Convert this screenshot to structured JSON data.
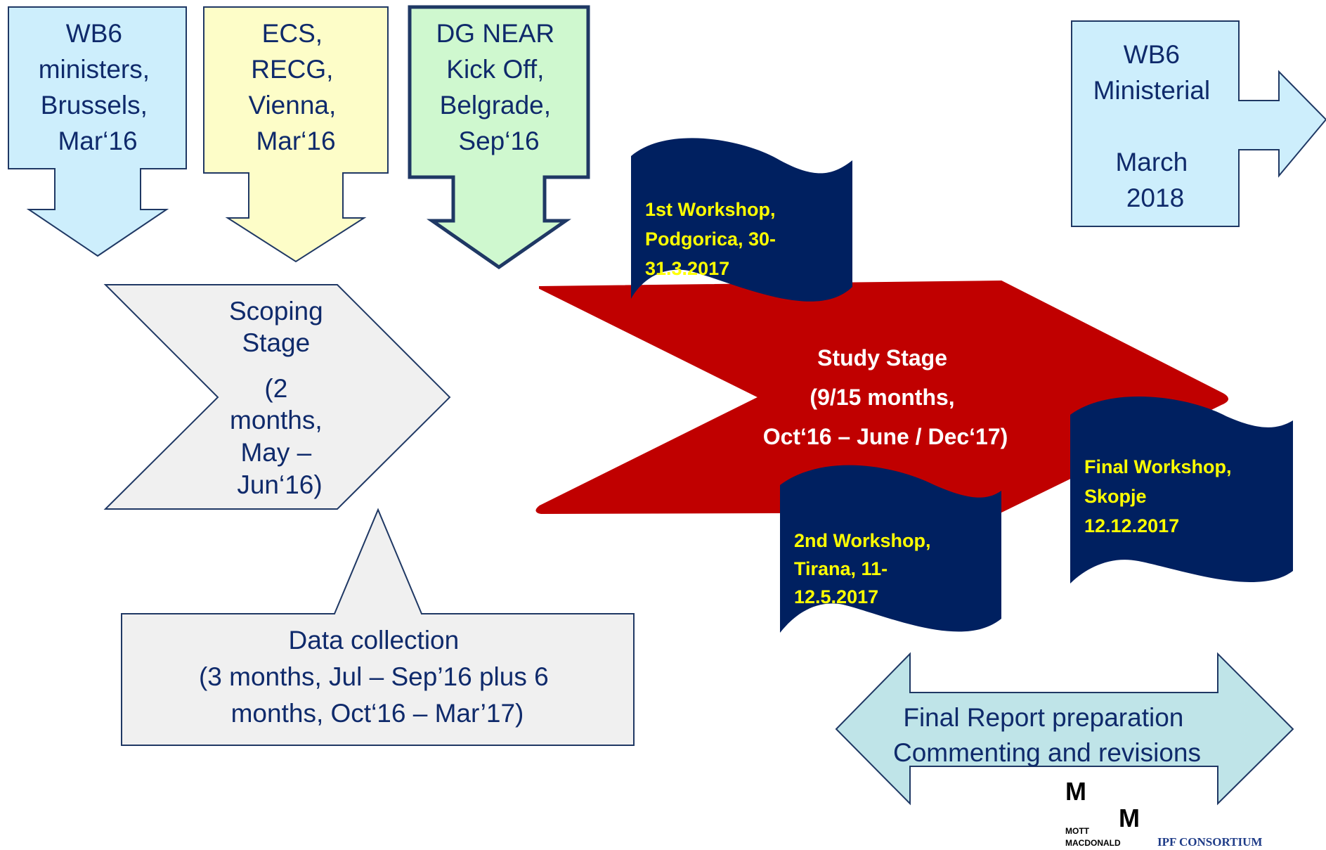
{
  "inputs": [
    {
      "lines": [
        "WB6",
        "ministers,",
        "Brussels,",
        "Mar‘16"
      ],
      "color": "#cdeefc"
    },
    {
      "lines": [
        "ECS,",
        "RECG,",
        "Vienna,",
        "Mar‘16"
      ],
      "color": "#fdfdc8"
    },
    {
      "lines": [
        "DG NEAR",
        "Kick Off,",
        "Belgrade,",
        "Sep‘16"
      ],
      "color": "#cff8cf"
    }
  ],
  "ministerial": {
    "lines": [
      "WB6",
      "Ministerial",
      "",
      "March",
      "2018"
    ],
    "color": "#cdeefc"
  },
  "scoping": {
    "lines": [
      "Scoping",
      "Stage",
      "(2",
      "months,",
      "May –",
      "Jun‘16)"
    ],
    "color": "#f0f0f0"
  },
  "data_collection": {
    "lines": [
      "Data collection",
      "(3 months, Jul – Sep’16 plus 6",
      "months, Oct‘16 – Mar’17)"
    ],
    "color": "#f0f0f0"
  },
  "study": {
    "lines": [
      "Study Stage",
      "(9/15 months,",
      "Oct‘16  – June / Dec‘17)"
    ],
    "color": "#c00000"
  },
  "workshops": [
    {
      "lines": [
        "1st Workshop,",
        "Podgorica, 30-",
        "31.3.2017"
      ]
    },
    {
      "lines": [
        "2nd Workshop,",
        "Tirana, 11-",
        "12.5.2017"
      ]
    },
    {
      "lines": [
        "Final Workshop,",
        "Skopje",
        "12.12.2017"
      ]
    }
  ],
  "final_report": {
    "lines": [
      "Final Report preparation",
      "Commenting and revisions"
    ],
    "color": "#bfe4e8"
  },
  "colors": {
    "navy": "#002060",
    "workshop_text": "#ffff00",
    "body_text": "#0f2a6b",
    "outline": "#1f3864"
  },
  "logo": {
    "mark_top": "M",
    "mark_bottom": "M",
    "name_top": "MOTT",
    "name_bottom": "MACDONALD",
    "consortium": "IPF CONSORTIUM"
  }
}
